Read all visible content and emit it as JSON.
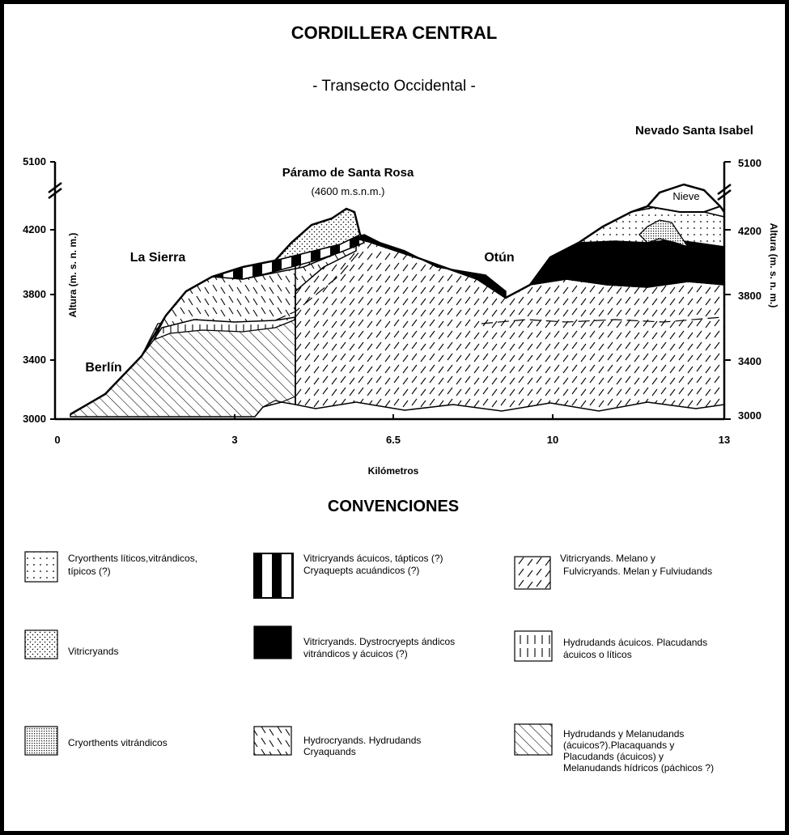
{
  "title": "CORDILLERA CENTRAL",
  "subtitle": "- Transecto Occidental -",
  "peaks": {
    "nevado": "Nevado Santa Isabel",
    "paramo": "Páramo de Santa Rosa",
    "paramo_alt": "(4600 m.s.n.m.)"
  },
  "places": {
    "la_sierra": "La Sierra",
    "otun": "Otún",
    "berlin": "Berlín",
    "nieve": "Nieve"
  },
  "axes": {
    "y_label_left": "Altura (m. s. n. m.)",
    "y_label_right": "Altura (m. s. n. m.)",
    "x_label": "Kilómetros",
    "y_ticks_left": [
      "5100",
      "4200",
      "3800",
      "3400",
      "3000"
    ],
    "y_ticks_right": [
      "5100",
      "4200",
      "3800",
      "3400",
      "3000"
    ],
    "x_ticks": [
      "0",
      "3",
      "6.5",
      "10",
      "13"
    ]
  },
  "legend_title": "CONVENCIONES",
  "legend": [
    {
      "pattern": "dots-sparse",
      "text": [
        "Cryorthents líticos,vitrándicos,",
        "típicos (?)"
      ]
    },
    {
      "pattern": "bars",
      "text": [
        "Vitricryands ácuicos, tápticos (?)",
        "Cryaquepts acuándicos (?)"
      ]
    },
    {
      "pattern": "dash-fwd",
      "text": [
        "Vitricryands. Melano y",
        "Fulvicryands. Melan y Fulviudands"
      ]
    },
    {
      "pattern": "dots-medium",
      "text": [
        "Vitricryands"
      ]
    },
    {
      "pattern": "black",
      "text": [
        "Vitricryands. Dystrocryepts ándicos",
        "vitrándicos y ácuicos (?)"
      ]
    },
    {
      "pattern": "vlines",
      "text": [
        "Hydrudands ácuicos. Placudands",
        "ácuicos o líticos"
      ]
    },
    {
      "pattern": "dots-dense",
      "text": [
        "Cryorthents vitrándicos"
      ]
    },
    {
      "pattern": "dash-back",
      "text": [
        "Hydrocryands. Hydrudands",
        "Cryaquands"
      ]
    },
    {
      "pattern": "hatch",
      "text": [
        "Hydrudands y Melanudands",
        "(ácuicos?).Placaquands y",
        "Placudands (ácuicos) y",
        "Melanudands hídricos  (páchicos ?)"
      ]
    }
  ]
}
